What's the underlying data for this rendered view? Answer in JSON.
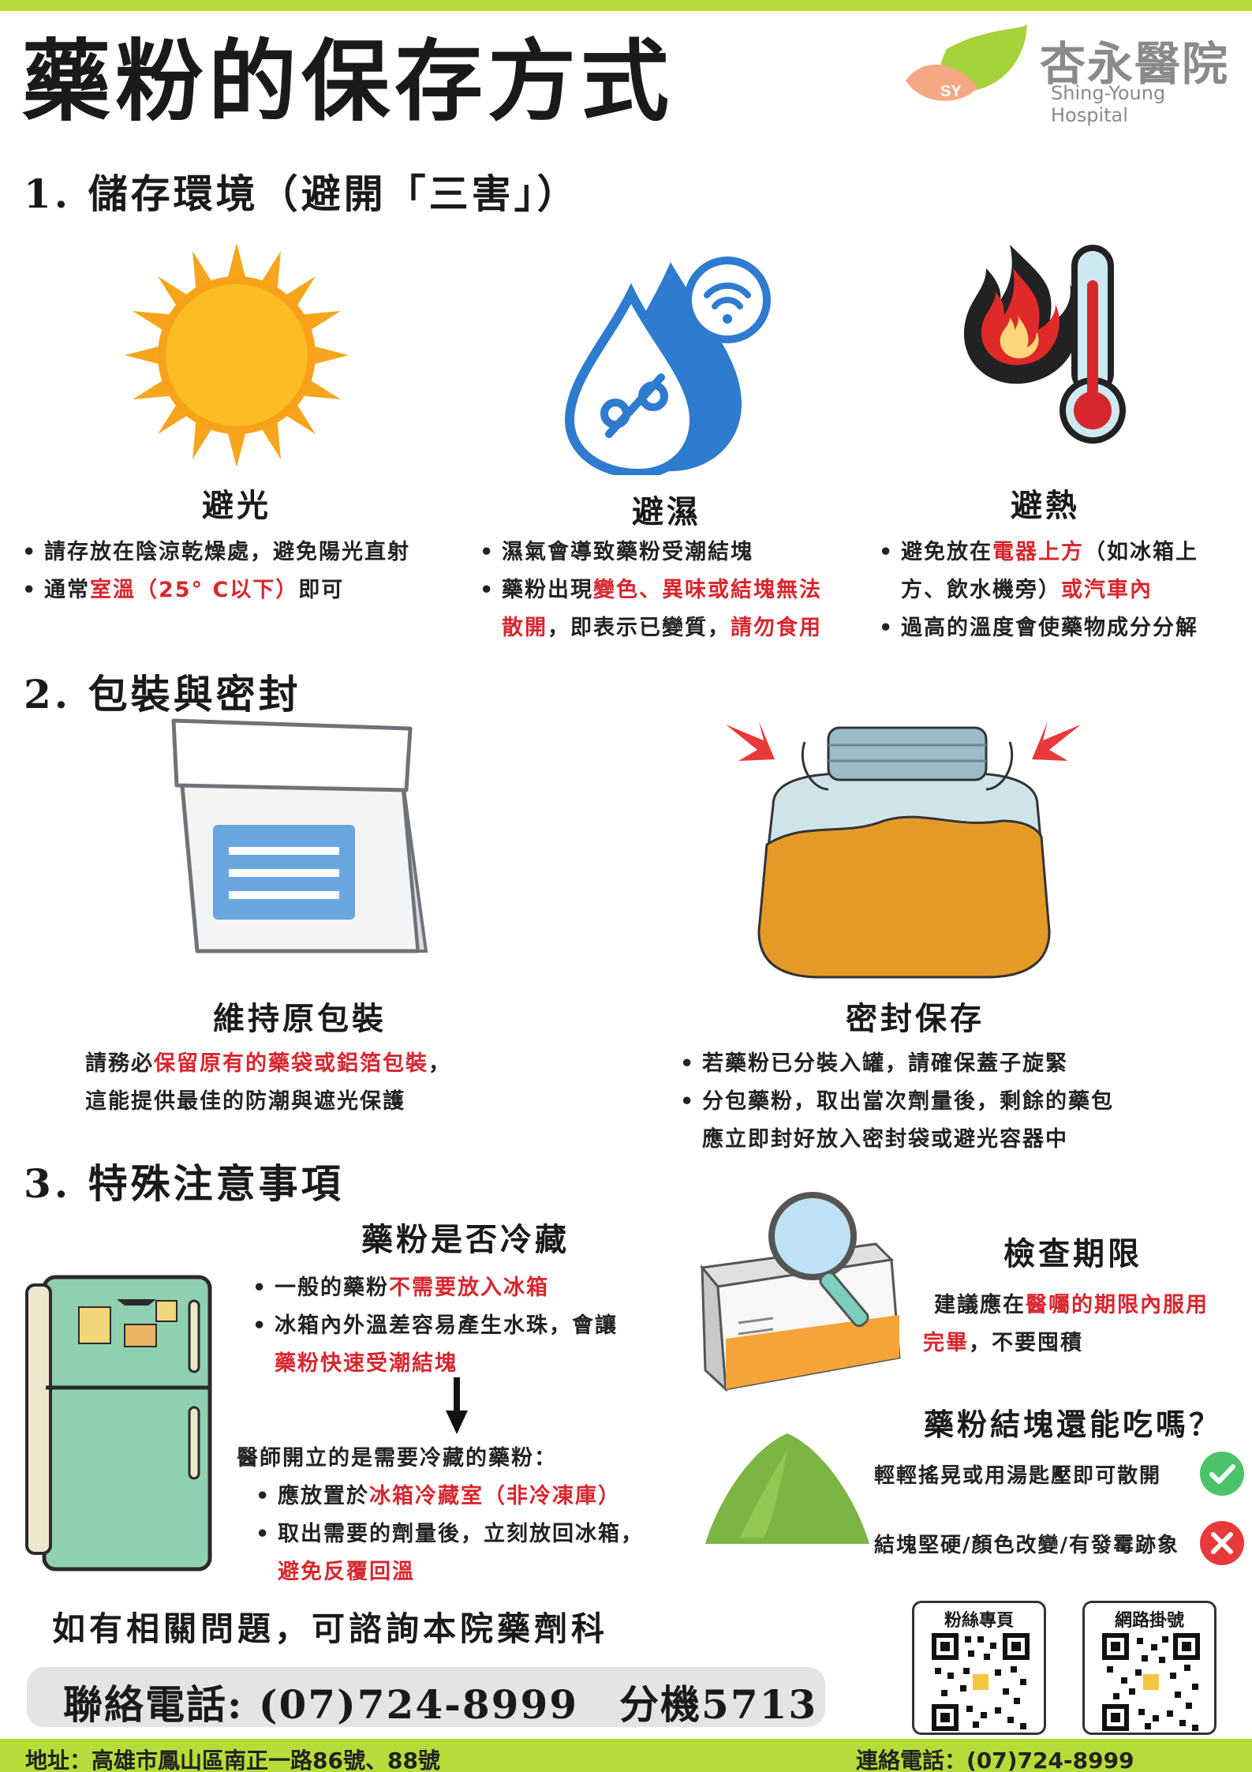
{
  "title": "藥粉的保存方式",
  "logo": {
    "cn": "杏永醫院",
    "en": "Shing-Young Hospital",
    "mark": "SY"
  },
  "section1": {
    "heading": "1. 儲存環境（避開「三害」）",
    "light": {
      "title": "避光",
      "b1": "請存放在陰涼乾燥處，避免陽光直射",
      "b2_pre": "通常",
      "b2_red": "室溫（25° C以下）",
      "b2_post": "即可"
    },
    "humidity": {
      "title": "避濕",
      "b1": "濕氣會導致藥粉受潮結塊",
      "b2_pre": "藥粉出現",
      "b2_red": "變色、異味或結塊無法",
      "b2_red2": "散開",
      "b2_mid": "，即表示已變質，",
      "b2_red3": "請勿食用"
    },
    "heat": {
      "title": "避熱",
      "b1_pre": "避免放在",
      "b1_red": "電器上方",
      "b1_mid": "（如冰箱上",
      "b1_l2": "方、飲水機旁）",
      "b1_red2": "或汽車內",
      "b2": "過高的溫度會使藥物成分分解"
    }
  },
  "section2": {
    "heading": "2. 包裝與密封",
    "original": {
      "title": "維持原包裝",
      "l1_pre": "請務必",
      "l1_red": "保留原有的藥袋或鋁箔包裝",
      "l1_post": "，",
      "l2": "這能提供最佳的防潮與遮光保護"
    },
    "sealed": {
      "title": "密封保存",
      "b1": "若藥粉已分裝入罐，請確保蓋子旋緊",
      "b2": "分包藥粉，取出當次劑量後，剩餘的藥包",
      "b2_l2": "應立即封好放入密封袋或避光容器中"
    }
  },
  "section3": {
    "heading": "3. 特殊注意事項",
    "fridge": {
      "title": "藥粉是否冷藏",
      "b1_pre": "一般的藥粉",
      "b1_red": "不需要放入冰箱",
      "b2": "冰箱內外溫差容易產生水珠，會讓",
      "b2_red": "藥粉快速受潮結塊",
      "note": "醫師開立的是需要冷藏的藥粉：",
      "b3_pre": "應放置於",
      "b3_red": "冰箱冷藏室（非冷凍庫）",
      "b4": "取出需要的劑量後，立刻放回冰箱，",
      "b4_red": "避免反覆回溫"
    },
    "expiry": {
      "title": "檢查期限",
      "l1_pre": "建議應在",
      "l1_red": "醫囑的期限內服用",
      "l2_red": "完畢",
      "l2_post": "，不要囤積"
    },
    "clump": {
      "title": "藥粉結塊還能吃嗎？",
      "ok": "輕輕搖晃或用湯匙壓即可散開",
      "bad": "結塊堅硬/顏色改變/有發霉跡象"
    }
  },
  "contact": {
    "question": "如有相關問題，可諮詢本院藥劑科",
    "phone": "聯絡電話: (07)724-8999　分機5713"
  },
  "qr": {
    "fans": "粉絲專頁",
    "register": "網路掛號"
  },
  "footer": {
    "address": "地址：高雄市鳳山區南正一路86號、88號",
    "tel": "連絡電話：(07)724-8999"
  },
  "colors": {
    "accent_green": "#b6dc3a",
    "warning_red": "#d8262e",
    "ok_green": "#4cc36a"
  }
}
